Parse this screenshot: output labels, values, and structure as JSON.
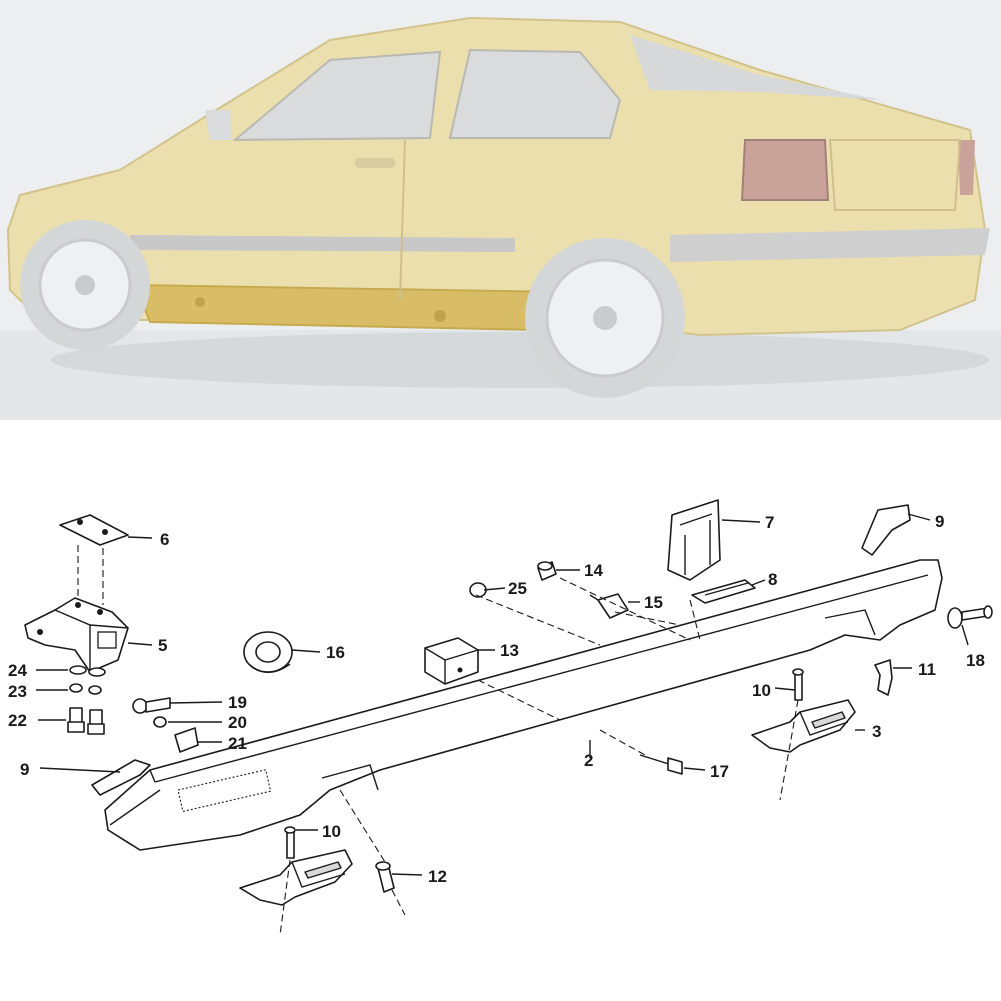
{
  "callouts": {
    "c1": "6",
    "c2": "7",
    "c3": "9",
    "c4": "14",
    "c5": "8",
    "c6": "25",
    "c7": "15",
    "c8": "5",
    "c9": "16",
    "c10": "13",
    "c11": "18",
    "c12": "24",
    "c13": "23",
    "c14": "22",
    "c15": "19",
    "c16": "20",
    "c17": "21",
    "c18": "11",
    "c19": "10",
    "c20": "3",
    "c21": "2",
    "c22": "17",
    "c23": "9",
    "c24": "10",
    "c25": "12"
  },
  "colors": {
    "car_body": "#ecdfae",
    "side_skirt": "#d8bd66",
    "background_photo": "#e9ecef",
    "line_art": "#1a1a1a"
  }
}
